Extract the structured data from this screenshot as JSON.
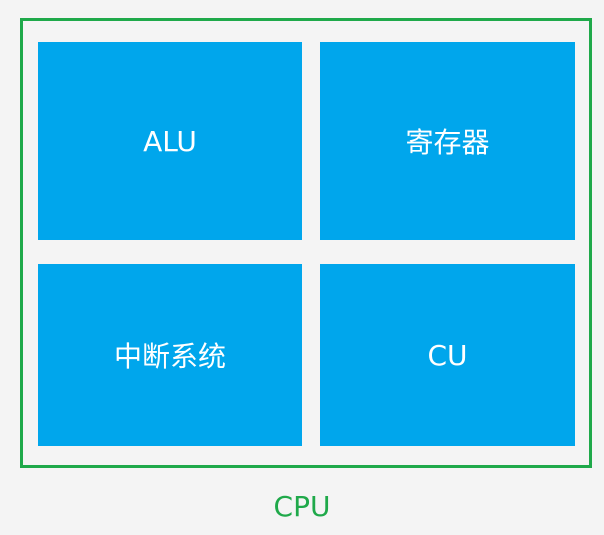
{
  "diagram": {
    "container_label": "CPU",
    "blocks": [
      {
        "label": "ALU"
      },
      {
        "label": "寄存器"
      },
      {
        "label": "中断系统"
      },
      {
        "label": "CU"
      }
    ],
    "colors": {
      "border": "#1fa94a",
      "block_fill": "#00a6ec",
      "block_text": "#ffffff",
      "background": "#f4f4f4"
    }
  }
}
